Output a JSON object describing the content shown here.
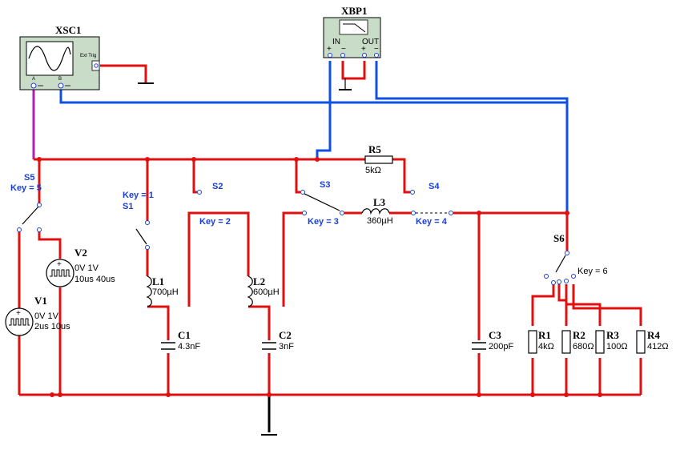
{
  "colors": {
    "wire": "#e01010",
    "probe_wire": "#1050e0",
    "scope_wire": "#b020b0",
    "switch_label": "#1a3fd6",
    "instrument_body": "#c8dcc8"
  },
  "instruments": {
    "oscilloscope": {
      "name": "XSC1",
      "ext_trig": "Ext Trig",
      "ch_a": "A",
      "ch_b": "B"
    },
    "bode_plotter": {
      "name": "XBP1",
      "in": "IN",
      "out": "OUT"
    }
  },
  "sources": {
    "v1": {
      "name": "V1",
      "line1": "0V 1V",
      "line2": "2us 10us"
    },
    "v2": {
      "name": "V2",
      "line1": "0V 1V",
      "line2": "10us 40us"
    }
  },
  "switches": {
    "s1": {
      "name": "S1",
      "key": "Key = 1"
    },
    "s2": {
      "name": "S2",
      "key": "Key = 2"
    },
    "s3": {
      "name": "S3",
      "key": "Key = 3"
    },
    "s4": {
      "name": "S4",
      "key": "Key = 4"
    },
    "s5": {
      "name": "S5",
      "key": "Key = 5"
    },
    "s6": {
      "name": "S6",
      "key": "Key = 6"
    }
  },
  "inductors": {
    "l1": {
      "name": "L1",
      "value": "700µH"
    },
    "l2": {
      "name": "L2",
      "value": "600µH"
    },
    "l3": {
      "name": "L3",
      "value": "360µH"
    }
  },
  "capacitors": {
    "c1": {
      "name": "C1",
      "value": "4.3nF"
    },
    "c2": {
      "name": "C2",
      "value": "3nF"
    },
    "c3": {
      "name": "C3",
      "value": "200pF"
    }
  },
  "resistors": {
    "r1": {
      "name": "R1",
      "value": "4kΩ"
    },
    "r2": {
      "name": "R2",
      "value": "680Ω"
    },
    "r3": {
      "name": "R3",
      "value": "100Ω"
    },
    "r4": {
      "name": "R4",
      "value": "412Ω"
    },
    "r5": {
      "name": "R5",
      "value": "5kΩ"
    }
  }
}
